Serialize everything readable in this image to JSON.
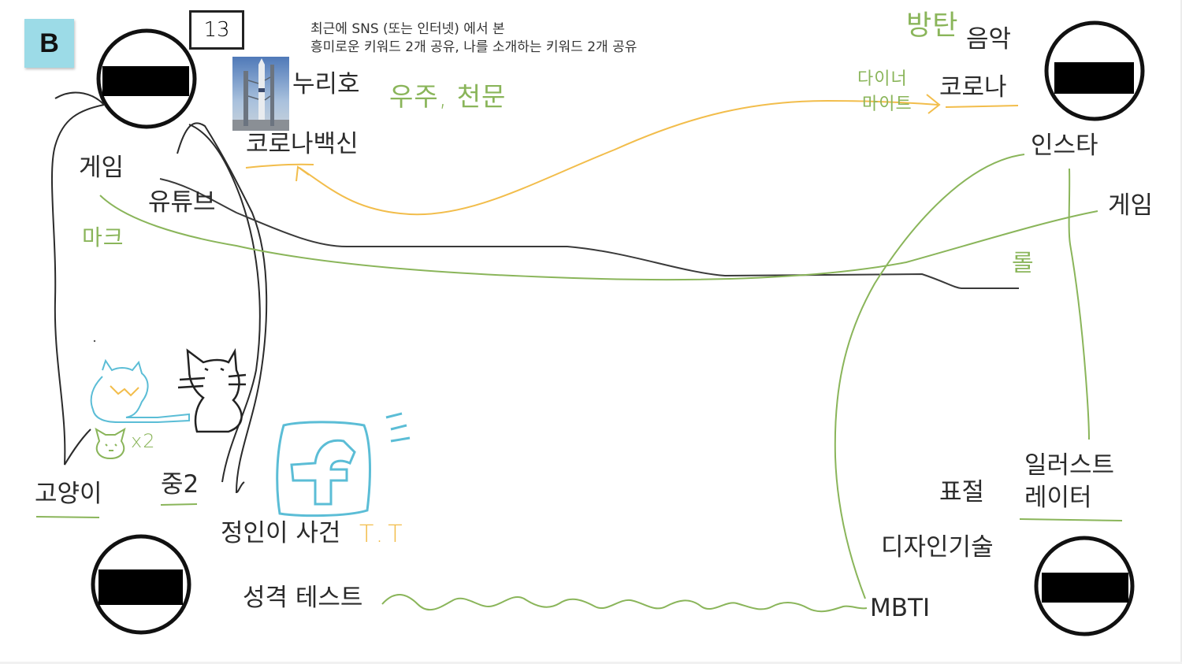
{
  "badge": "B",
  "page_number": "13",
  "prompt": {
    "line1": "최근에 SNS (또는 인터넷) 에서 본",
    "line2": "흥미로운 키워드 2개 공유, 나를 소개하는 키워드 2개 공유"
  },
  "keywords": {
    "nuriho": "누리호",
    "corona_vaccine": "코로나백신",
    "game_left": "게임",
    "youtube": "유튜브",
    "cat": "고양이",
    "middle2": "중2",
    "jung_in_case": "정인이 사건",
    "personality_test": "성격 테스트",
    "music": "음악",
    "corona": "코로나",
    "insta": "인스타",
    "game_right": "게임",
    "plagiarism": "표절",
    "illustrator_line1": "일러스트",
    "illustrator_line2": "레이터",
    "design_tech": "디자인기술",
    "mbti": "MBTI"
  },
  "handwritten": {
    "space_astronomy": "우주, 천문",
    "minecraft": "마크",
    "bts": "방탄",
    "dynamite_line1": "다이너",
    "dynamite_line2": "마이트",
    "lol": "롤",
    "cat_count": "x2",
    "crying": "T.T"
  },
  "colors": {
    "green": "#8ab55a",
    "yellow": "#f2bd4b",
    "blue": "#5bbdd6",
    "dark": "#2b2b2b",
    "badge": "#9cdbe7"
  },
  "icons": [
    "rocket-photo",
    "cat-doodle-icon",
    "facebook-doodle-icon",
    "avatar-redacted-icon"
  ]
}
